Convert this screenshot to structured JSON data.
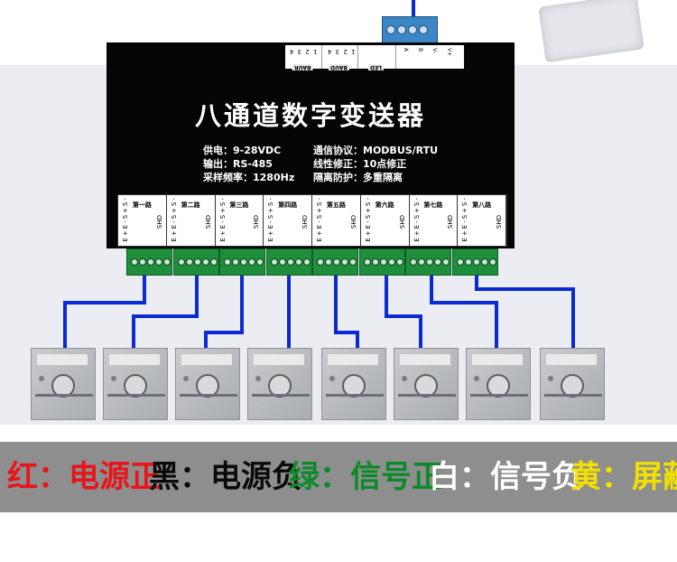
{
  "module": {
    "title": "八通道数字变送器",
    "specs_left": [
      {
        "key": "供电：",
        "value": "9-28VDC"
      },
      {
        "key": "输出：",
        "value": "RS-485"
      },
      {
        "key": "采样频率：",
        "value": "1280Hz"
      }
    ],
    "specs_right": [
      {
        "key": "通信协议：",
        "value": "MODBUS/RTU"
      },
      {
        "key": "线性修正：",
        "value": "10点修正"
      },
      {
        "key": "隔离防护：",
        "value": "多重隔离"
      }
    ],
    "dip_tags": [
      "BAUR",
      "BAUD",
      "LED"
    ],
    "dip_numbers": [
      "1 2 3 4",
      "1 2 3 4"
    ],
    "power_labels": [
      "A",
      "B",
      "V-",
      "V+"
    ],
    "channels": [
      "第一路",
      "第二路",
      "第三路",
      "第四路",
      "第五路",
      "第六路",
      "第七路",
      "第八路"
    ],
    "channel_pins": "E+E-S+S-",
    "channel_shield": "SHD"
  },
  "legend": [
    {
      "text": "红：电源正",
      "color": "#e8141b"
    },
    {
      "text": "黑：电源负",
      "color": "#0a0a0a"
    },
    {
      "text": "绿：信号正",
      "color": "#0c8a2a"
    },
    {
      "text": "白：信号负",
      "color": "#ffffff"
    },
    {
      "text": "黄：屏蔽",
      "color": "#f2e100"
    }
  ],
  "colors": {
    "wire": "#0a2bd4",
    "module": "#050505",
    "terminal": "#1f8f3d",
    "connector": "#3c86c6"
  }
}
